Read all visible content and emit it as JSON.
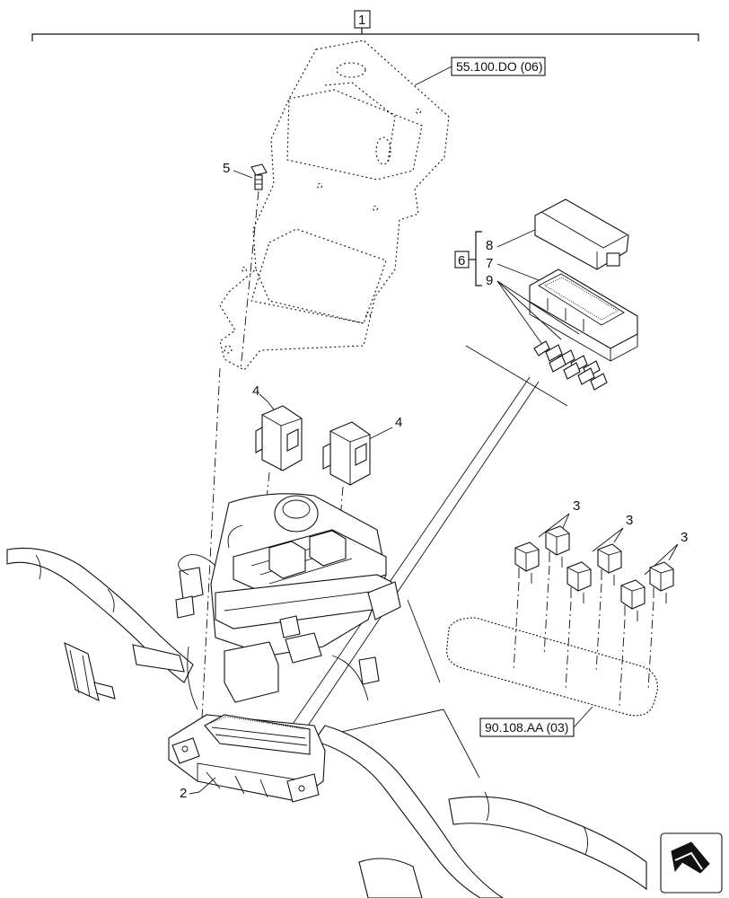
{
  "callouts": {
    "item_1": "1",
    "item_2": "2",
    "item_3": "3",
    "item_4": "4",
    "item_5": "5",
    "item_6": "6",
    "item_7": "7",
    "item_8": "8",
    "item_9": "9"
  },
  "references": {
    "bracket_ref": "55.100.DO (06)",
    "relay_ref": "90.108.AA (03)"
  },
  "icons": {
    "nav_arrow": "arrow-icon"
  }
}
